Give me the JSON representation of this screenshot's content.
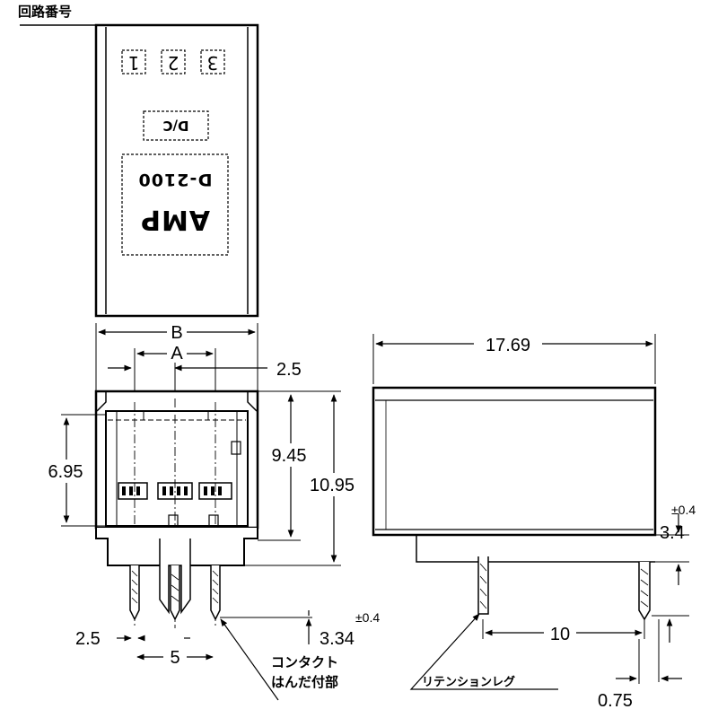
{
  "labels": {
    "circuit_number": "回路番号",
    "contact_solder": "コンタクト",
    "contact_solder_2": "はんだ付部",
    "retention_leg": "リテンションレグ"
  },
  "top_view": {
    "circuit_1": "1",
    "circuit_2": "2",
    "circuit_3": "3",
    "date_code": "D/C",
    "part_number": "D-2100",
    "brand": "AMP"
  },
  "dimensions": {
    "B": "B",
    "A": "A",
    "d_2_5_top": "2.5",
    "d_9_45": "9.45",
    "d_6_95": "6.95",
    "d_10_95": "10.95",
    "d_2_5_bottom": "2.5",
    "d_5": "5",
    "d_3_34": "3.34",
    "tol_0_4_a": "±0.4",
    "d_17_69": "17.69",
    "d_3_4": "3.4",
    "tol_0_4_b": "±0.4",
    "d_10": "10",
    "d_0_75": "0.75"
  }
}
